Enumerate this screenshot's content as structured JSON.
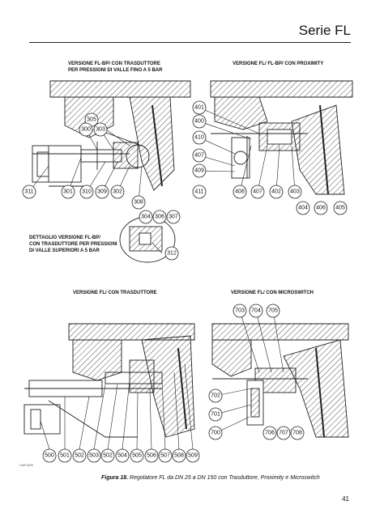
{
  "header": {
    "series_title": "Serie FL"
  },
  "sections": {
    "top_left": [
      "VERSIONE FL-BP/ CON TRASDUTTORE",
      "PER PRESSIONI DI VALLE FINO A 5 BAR"
    ],
    "top_right": "VERSIONE FL/ FL-BP/ CON PROXIMITY",
    "detail": [
      "DETTAGLIO VERSIONE FL-BP/",
      "CON TRASDUTTORE PER PRESSIONI",
      "DI VALLE SUPERIORI A 5 BAR"
    ],
    "bottom_left": "VERSIONE FL/ CON TRASDUTTORE",
    "bottom_right": "VERSIONE FL/ CON MICROSWITCH"
  },
  "callouts": {
    "c305": "305",
    "c300": "300",
    "c303": "303",
    "c311": "311",
    "c301": "301",
    "c310": "310",
    "c309": "309",
    "c302": "302",
    "c308": "308",
    "c304": "304",
    "c306": "306",
    "c307": "307",
    "c312": "312",
    "c401": "401",
    "c400": "400",
    "c410": "410",
    "c407a": "407",
    "c409": "409",
    "c411": "411",
    "c408": "408",
    "c407b": "407",
    "c402": "402",
    "c403": "403",
    "c404": "404",
    "c406": "406",
    "c405": "405",
    "c703": "703",
    "c704": "704",
    "c705": "705",
    "c702": "702",
    "c701": "701",
    "c700": "700",
    "c706": "706",
    "c707": "707",
    "c708": "708",
    "c500": "500",
    "c501": "501",
    "c502a": "502",
    "c503": "503",
    "c502b": "502",
    "c504": "504",
    "c505": "505",
    "c506": "506",
    "c507": "507",
    "c508": "508",
    "c509": "509"
  },
  "figure_caption": {
    "label": "Figura 18.",
    "text": "Regolatore FL da DN 25 a DN 150 con Trasduttore, Proximity e Microswitch"
  },
  "page_number": "41",
  "drawing_code": "LMF1493"
}
